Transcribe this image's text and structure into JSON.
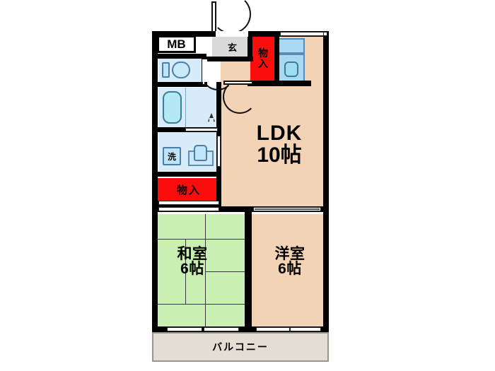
{
  "plan": {
    "title": "",
    "colors": {
      "ldk_fill": "#f3d3b5",
      "tatami_fill": "#c9f0b2",
      "water_fill": "#d8ebf9",
      "closet_fill": "#fc0d0d",
      "entry_fill": "#d9d9d9",
      "balcony_fill": "#e3ddd3",
      "wall": "#000000"
    }
  },
  "rooms": {
    "ldk": {
      "name": "LDK",
      "size": "10帖"
    },
    "washitsu": {
      "name": "和室",
      "size": "6帖"
    },
    "yoshitsu": {
      "name": "洋室",
      "size": "6帖"
    }
  },
  "labels": {
    "meter_box": "MB",
    "entrance": "玄",
    "closet_upper_line1": "物",
    "closet_upper_line2": "入",
    "closet_lower": "物入",
    "washer": "洗",
    "balcony": "バルコニー"
  },
  "fixtures": {
    "toilet": "toilet",
    "bathtub": "bathtub",
    "vanity_sink": "vanity-sink",
    "kitchen_sink": "kitchen-sink",
    "washer_space": "washing-machine-space"
  }
}
